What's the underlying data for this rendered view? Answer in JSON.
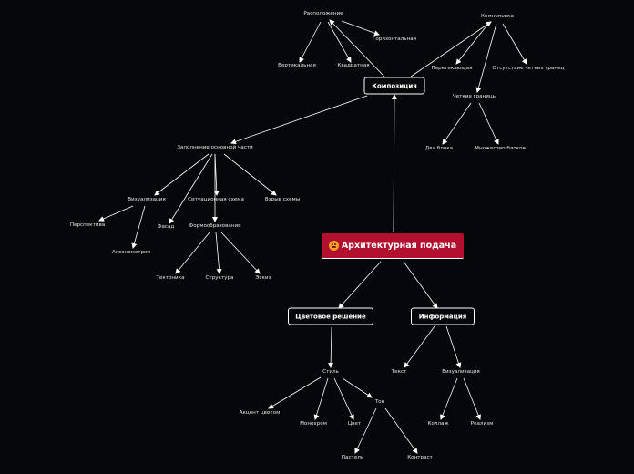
{
  "colors": {
    "background": "#05070a",
    "root_fill": "#b30f2e",
    "line": "#ffffff",
    "text": "#e6e6e6"
  },
  "root": {
    "label": "Архитектурная подача",
    "icon": "angry-face-icon"
  },
  "branches": {
    "composition": "Композиция",
    "color": "Цветовое решение",
    "info": "Информация"
  },
  "nodes": {
    "placement": "Расположение",
    "vertical": "Вертикальная",
    "square": "Квадратная",
    "horizontal": "Горизонтальная",
    "layout": "Компоновка",
    "flowing": "Перетекающая",
    "no_borders": "Отсутствие четких границ",
    "clear_borders": "Четкие границы",
    "two_blocks": "Два блока",
    "many_blocks": "Множество блоков",
    "main_fill": "Заполнение основной части",
    "visualization": "Визуализация",
    "situational": "Ситуационная схема",
    "exploded": "Взрыв схемы",
    "perspective": "Перспектива",
    "facade": "Фасад",
    "formation": "Формообразование",
    "axonometry": "Аксонометрия",
    "tectonics": "Тектоника",
    "structure": "Структура",
    "sketch": "Эскиз",
    "style": "Стиль",
    "accent": "Акцент цветом",
    "monochrome": "Монохром",
    "color": "Цвет",
    "tone": "Тон",
    "pastel": "Пастель",
    "contrast": "Контраст",
    "text": "Текст",
    "info_vis": "Визуализация",
    "collage": "Коллаж",
    "realism": "Реализм"
  }
}
